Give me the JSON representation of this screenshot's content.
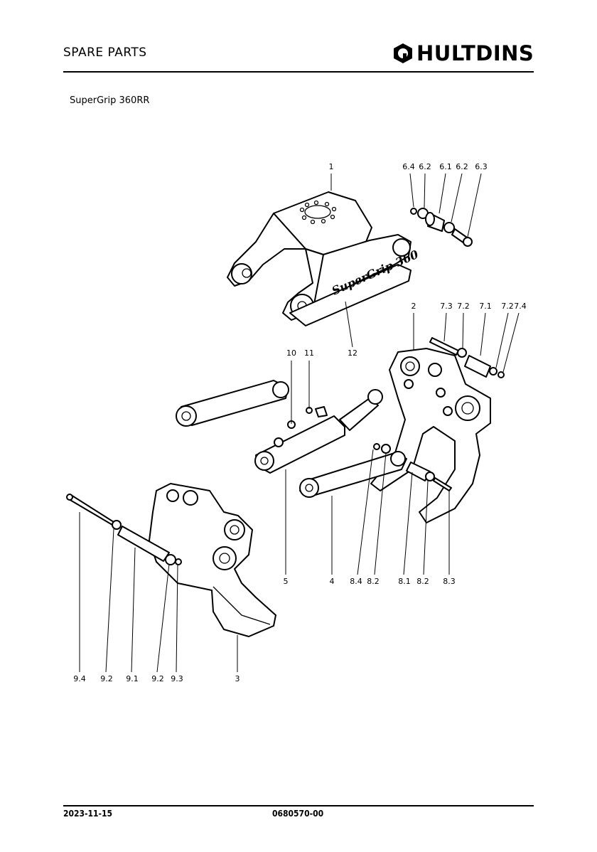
{
  "header": {
    "title": "SPARE PARTS",
    "brand": "HULTDINS"
  },
  "subtitle": "SuperGrip 360RR",
  "callouts": [
    {
      "id": "c1",
      "label": "1"
    },
    {
      "id": "c6_4",
      "label": "6.4"
    },
    {
      "id": "c6_2a",
      "label": "6.2"
    },
    {
      "id": "c6_1",
      "label": "6.1"
    },
    {
      "id": "c6_2b",
      "label": "6.2"
    },
    {
      "id": "c6_3",
      "label": "6.3"
    },
    {
      "id": "c12",
      "label": "12"
    },
    {
      "id": "c2",
      "label": "2"
    },
    {
      "id": "c7_3",
      "label": "7.3"
    },
    {
      "id": "c7_2a",
      "label": "7.2"
    },
    {
      "id": "c7_1",
      "label": "7.1"
    },
    {
      "id": "c7_2b",
      "label": "7.2"
    },
    {
      "id": "c7_4",
      "label": "7.4"
    },
    {
      "id": "c10",
      "label": "10"
    },
    {
      "id": "c11",
      "label": "11"
    },
    {
      "id": "c5",
      "label": "5"
    },
    {
      "id": "c4",
      "label": "4"
    },
    {
      "id": "c8_4",
      "label": "8.4"
    },
    {
      "id": "c8_2a",
      "label": "8.2"
    },
    {
      "id": "c8_1",
      "label": "8.1"
    },
    {
      "id": "c8_2b",
      "label": "8.2"
    },
    {
      "id": "c8_3",
      "label": "8.3"
    },
    {
      "id": "c9_4",
      "label": "9.4"
    },
    {
      "id": "c9_2a",
      "label": "9.2"
    },
    {
      "id": "c9_1",
      "label": "9.1"
    },
    {
      "id": "c9_2b",
      "label": "9.2"
    },
    {
      "id": "c9_3",
      "label": "9.3"
    },
    {
      "id": "c3",
      "label": "3"
    }
  ],
  "footer": {
    "date": "2023-11-15",
    "doc_number": "0680570-00"
  }
}
